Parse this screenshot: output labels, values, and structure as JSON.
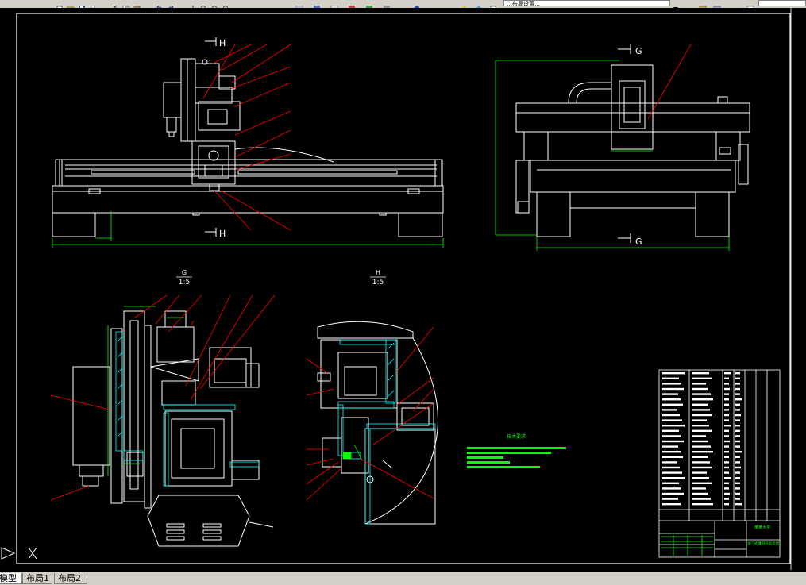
{
  "toolbar": {
    "combo_text": "…布局设置…",
    "icons": [
      "new-icon",
      "open-icon",
      "save-icon",
      "print-icon",
      "cut-icon",
      "copy-icon",
      "paste-icon",
      "undo-icon",
      "redo-icon",
      "pan-icon",
      "zoom-icon",
      "properties-icon",
      "layer-icon"
    ]
  },
  "views": {
    "front_section_mark_top": "H",
    "front_section_mark_bottom": "H",
    "side_section_mark_top": "G",
    "side_section_mark_bottom": "G",
    "section_g_label": "G",
    "section_g_scale": "1:5",
    "section_h_label": "H",
    "section_h_scale": "1:5"
  },
  "tech_requirements": {
    "title": "技术要求"
  },
  "title_block": {
    "university": "某某大学",
    "drawing_name": "龙门式雕刻机总装图"
  },
  "tabs": [
    {
      "label": "模型",
      "active": true
    },
    {
      "label": "布局1",
      "active": false
    },
    {
      "label": "布局2",
      "active": false
    }
  ],
  "colors": {
    "background": "#000000",
    "line_white": "#ffffff",
    "leader_red": "#ff0000",
    "dimension_green": "#00ff00",
    "hatch_cyan": "#00ffff",
    "ui_gray": "#d4d0c8"
  }
}
